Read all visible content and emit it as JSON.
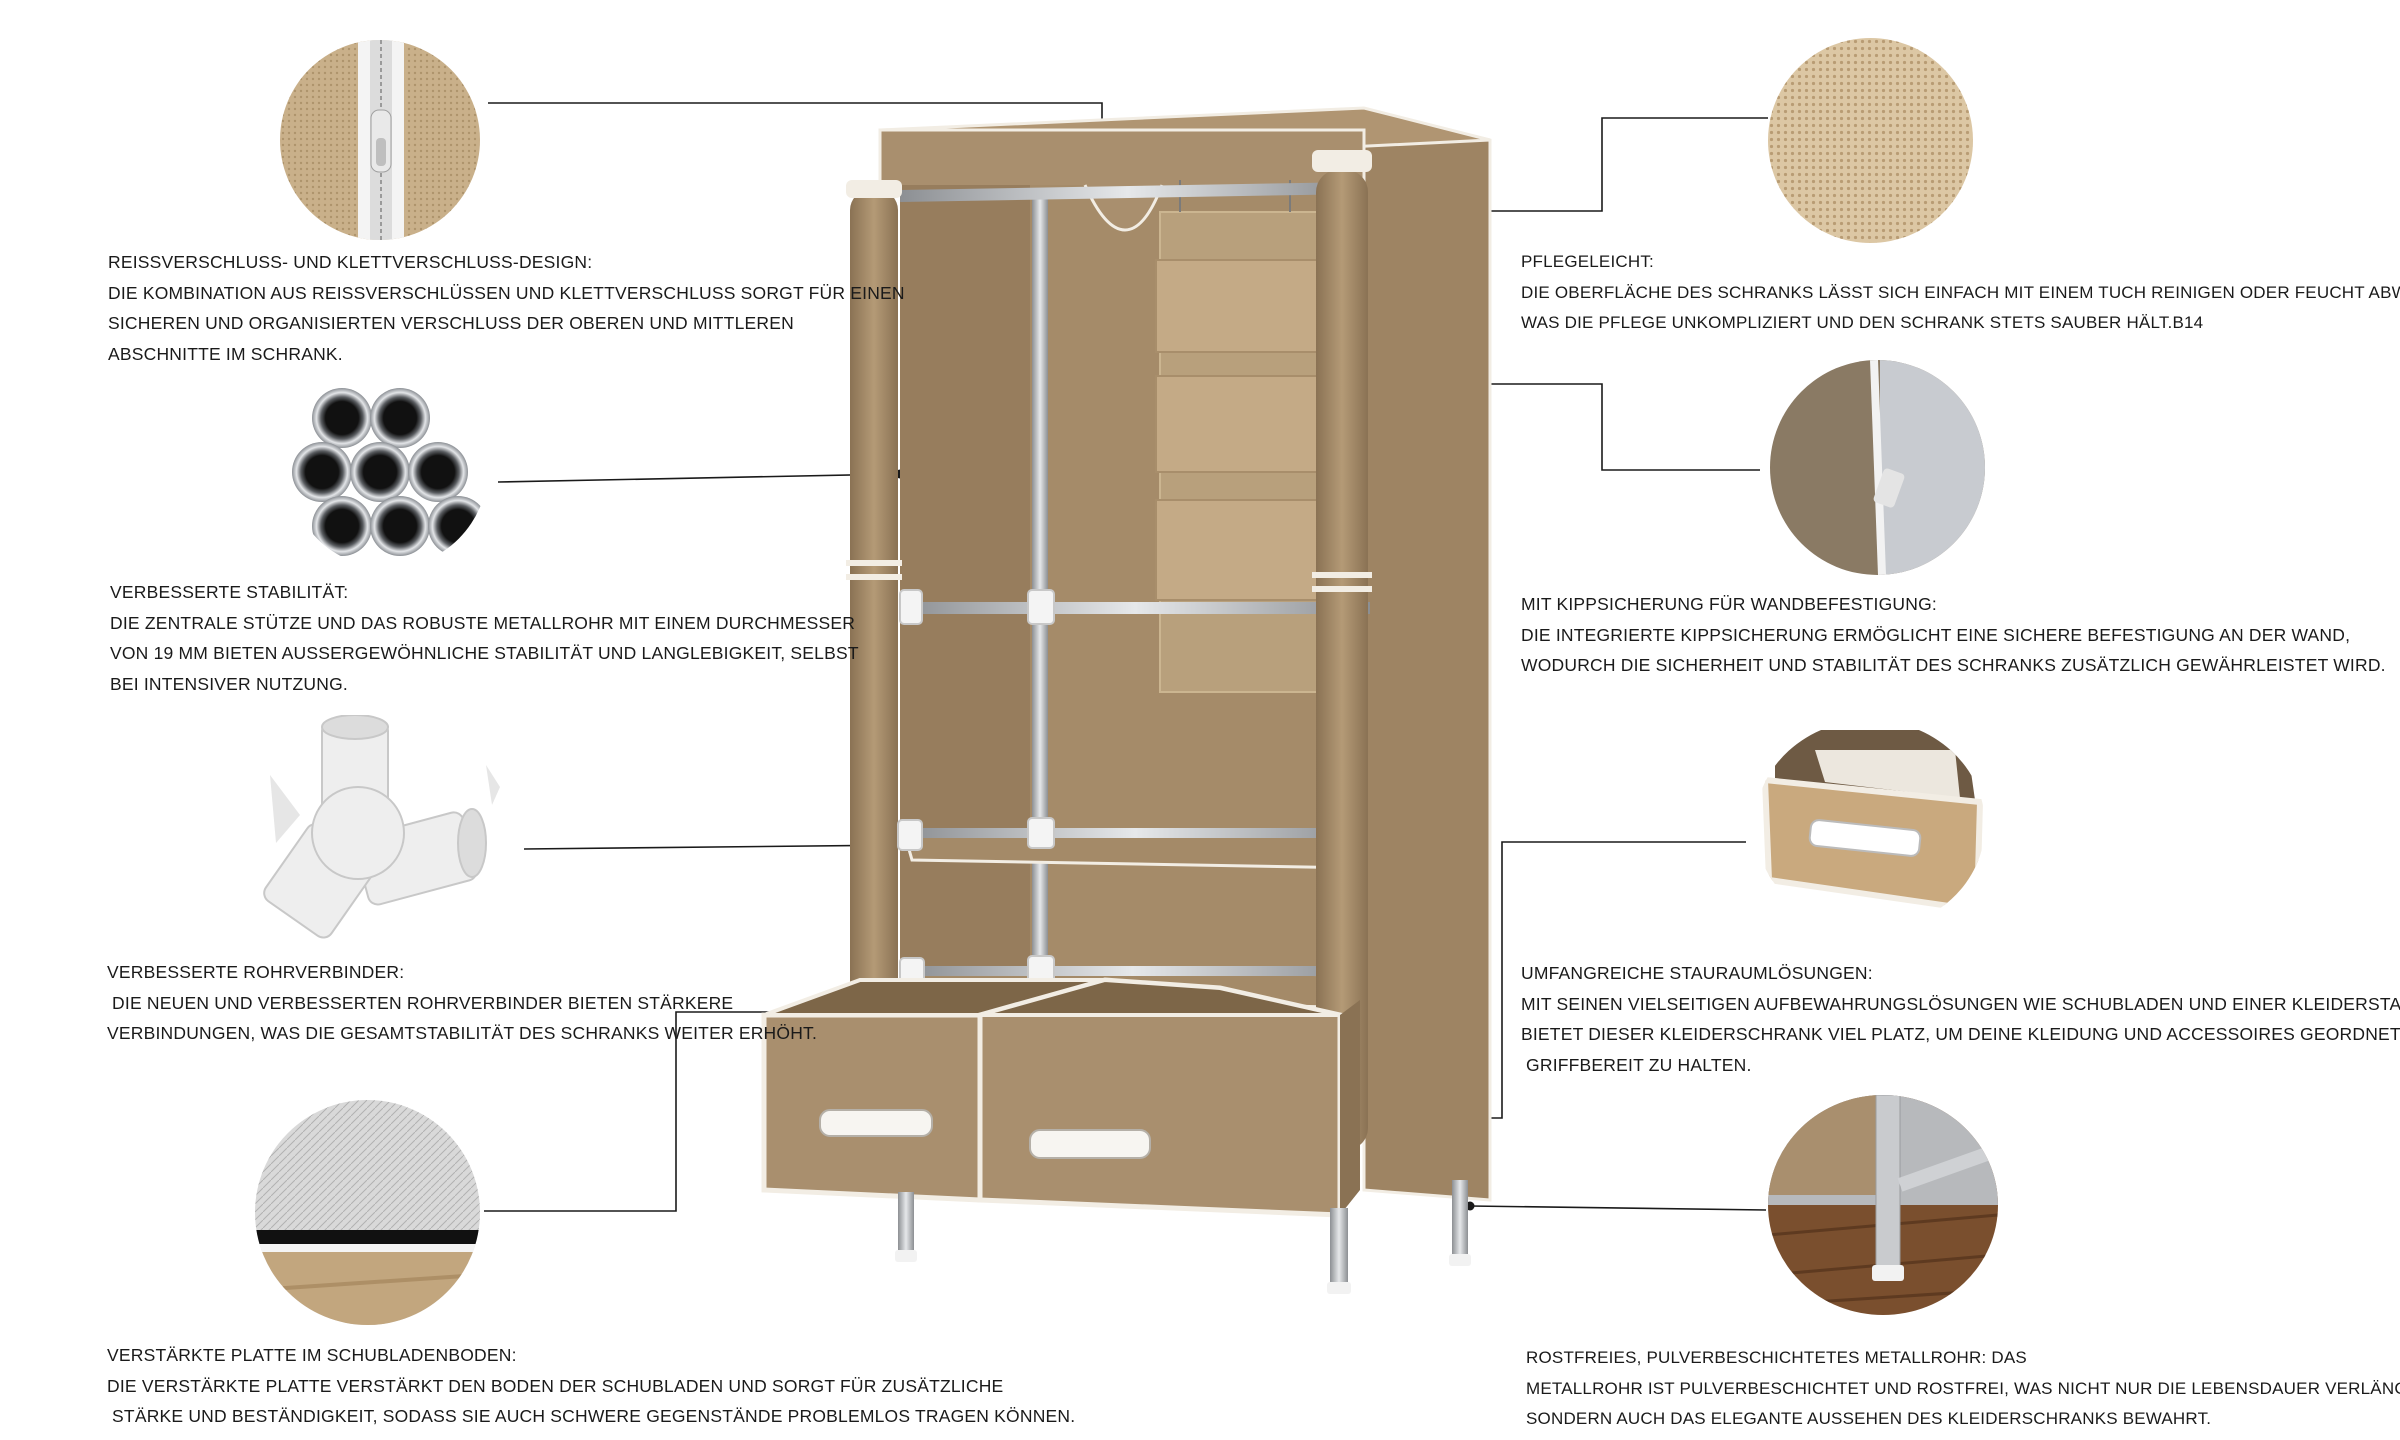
{
  "features": {
    "zipper": {
      "title": "REIßVERSCHLUSS- UND KLETTVERSCHLUSS-DESIGN:",
      "lines": [
        "DIE KOMBINATION AUS REIßVERSCHLÜSSEN UND KLETTVERSCHLUSS SORGT FÜR EINEN",
        "SICHEREN UND ORGANISIERTEN VERSCHLUSS DER OBEREN UND MITTLEREN",
        "ABSCHNITTE IM SCHRANK."
      ]
    },
    "stability": {
      "title": "VERBESSERTE STABILITÄT:",
      "lines": [
        "DIE ZENTRALE STÜTZE UND DAS ROBUSTE METALLROHR MIT EINEM DURCHMESSER",
        "VON 19 MM BIETEN AUßERGEWÖHNLICHE STABILITÄT UND LANGLEBIGKEIT, SELBST",
        "BEI INTENSIVER NUTZUNG."
      ]
    },
    "connector": {
      "title": "VERBESSERTE ROHRVERBINDER:",
      "lines": [
        " DIE NEUEN UND VERBESSERTEN ROHRVERBINDER BIETEN STÄRKERE",
        "VERBINDUNGEN, WAS DIE GESAMTSTABILITÄT DES SCHRANKS WEITER ERHÖHT."
      ]
    },
    "drawer_plate": {
      "title": "VERSTÄRKTE PLATTE IM SCHUBLADENBODEN:",
      "lines": [
        "DIE VERSTÄRKTE PLATTE VERSTÄRKT DEN BODEN DER SCHUBLADEN UND SORGT FÜR ZUSÄTZLICHE",
        " STÄRKE UND BESTÄNDIGKEIT, SODASS SIE AUCH SCHWERE GEGENSTÄNDE PROBLEMLOS TRAGEN KÖNNEN."
      ]
    },
    "easy_care": {
      "title": "PFLEGELEICHT:",
      "lines": [
        "DIE OBERFLÄCHE DES SCHRANKS LÄSST SICH EINFACH MIT EINEM TUCH REINIGEN ODER FEUCHT ABWISCHEN,",
        "WAS DIE PFLEGE UNKOMPLIZIERT UND DEN SCHRANK STETS SAUBER HÄLT.B14"
      ]
    },
    "anti_tip": {
      "title": "MIT KIPPSICHERUNG FÜR WANDBEFESTIGUNG:",
      "lines": [
        "DIE INTEGRIERTE KIPPSICHERUNG ERMÖGLICHT EINE SICHERE BEFESTIGUNG AN DER WAND,",
        "WODURCH DIE SICHERHEIT UND STABILITÄT DES SCHRANKS ZUSÄTZLICH GEWÄHRLEISTET WIRD."
      ]
    },
    "storage": {
      "title": "UMFANGREICHE STAURAUMLÖSUNGEN:",
      "lines": [
        "MIT SEINEN VIELSEITIGEN AUFBEWAHRUNGSLÖSUNGEN WIE SCHUBLADEN UND EINER KLEIDERSTANGE",
        "BIETET DIESER KLEIDERSCHRANK VIEL PLATZ, UM DEINE KLEIDUNG UND ACCESSOIRES GEORDNET UND",
        " GRIFFBEREIT ZU HALTEN."
      ]
    },
    "rustproof": {
      "title": "ROSTFREIES, PULVERBESCHICHTETES METALLROHR: DAS",
      "lines": [
        "METALLROHR IST PULVERBESCHICHTET UND ROSTFREI, WAS NICHT NUR DIE LEBENSDAUER VERLÄNGERT,",
        "SONDERN AUCH DAS ELEGANTE AUSSEHEN DES KLEIDERSCHRANKS BEWAHRT."
      ]
    }
  },
  "colors": {
    "fabric": "#a98f6e",
    "fabric_dark": "#8a7254",
    "fabric_light": "#c2aa86",
    "trim": "#f2ede4",
    "chrome": "#b9bcc0"
  }
}
